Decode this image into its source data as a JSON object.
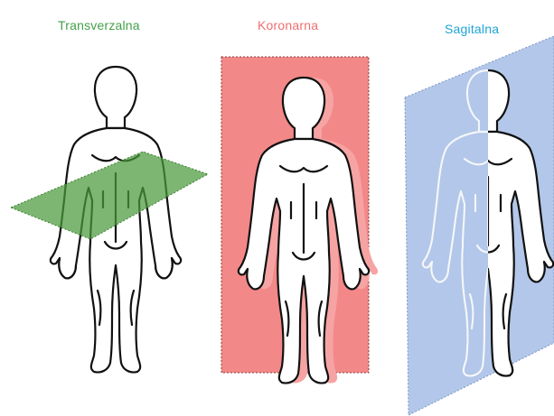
{
  "planes": [
    {
      "id": "transverse",
      "label": "Transverzalna",
      "color": "#43a047",
      "fill": "#4a9a3c"
    },
    {
      "id": "coronal",
      "label": "Koronarna",
      "color": "#ef6f6f",
      "fill": "#f27e7e"
    },
    {
      "id": "sagittal",
      "label": "Sagitalna",
      "color": "#1ea5d3",
      "fill": "#a7bfe6"
    }
  ]
}
